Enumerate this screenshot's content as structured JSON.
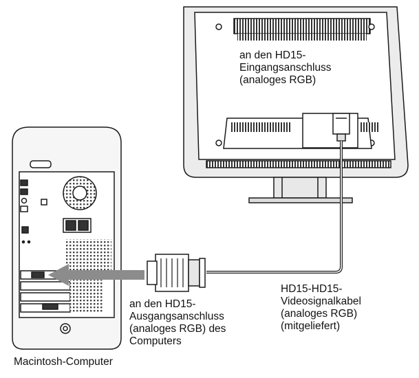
{
  "labels": {
    "monitor_port": "an den HD15-\nEingangsanschluss\n(analoges RGB)",
    "cable": "HD15-HD15-\nVideosignalkabel\n(analoges RGB)\n(mitgeliefert)",
    "computer_port": "an den HD15-\nAusgangsanschluss\n(analoges RGB) des\nComputers",
    "computer": "Macintosh-Computer"
  },
  "colors": {
    "line": "#1a1a1a",
    "monitor_fill": "#f2f2f2",
    "computer_fill": "#f6f6f6",
    "arrow": "#8c8c8c",
    "dot_pattern": "#555555"
  }
}
